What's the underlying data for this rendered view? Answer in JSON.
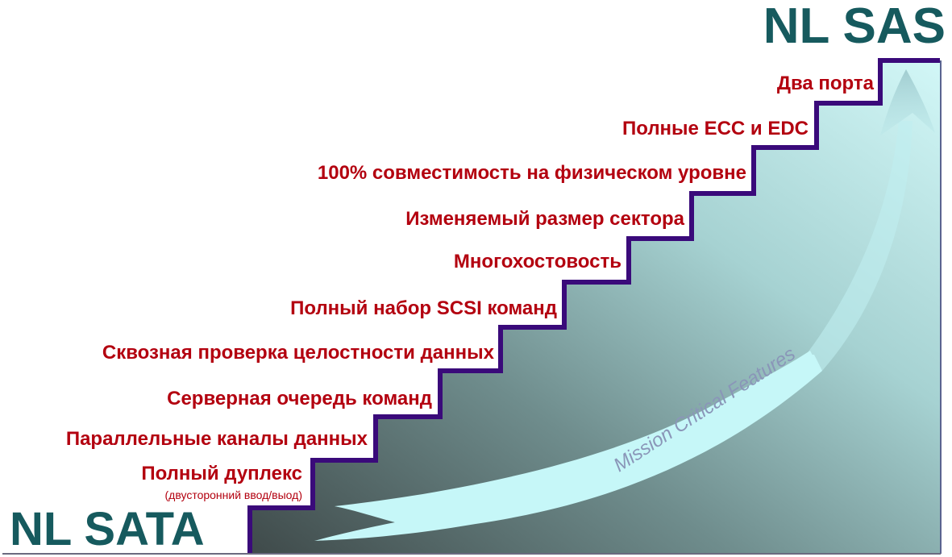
{
  "diagram": {
    "type": "staircase",
    "title_top": "NL SAS",
    "title_bottom": "NL SATA",
    "arrow_label": "Mission Critical Features",
    "colors": {
      "title": "#165a5e",
      "label": "#b3000f",
      "stair_line": "#3a0a7a",
      "fill_bottom": "#4f5f5f",
      "fill_top": "#c8f3f3",
      "arrow": "#c6f7f8"
    },
    "steps": [
      {
        "label": "Полный дуплекс",
        "sublabel": "(двусторонний ввод/выод)"
      },
      {
        "label": "Параллельные каналы данных"
      },
      {
        "label": "Серверная очередь команд"
      },
      {
        "label": "Сквозная проверка целостности данных"
      },
      {
        "label": "Полный набор SCSI команд"
      },
      {
        "label": "Многохостовость"
      },
      {
        "label": "Изменяемый размер сектора"
      },
      {
        "label": "100% совместимость на физическом уровне"
      },
      {
        "label": "Полные ECC и EDC"
      },
      {
        "label": "Два порта"
      }
    ]
  }
}
